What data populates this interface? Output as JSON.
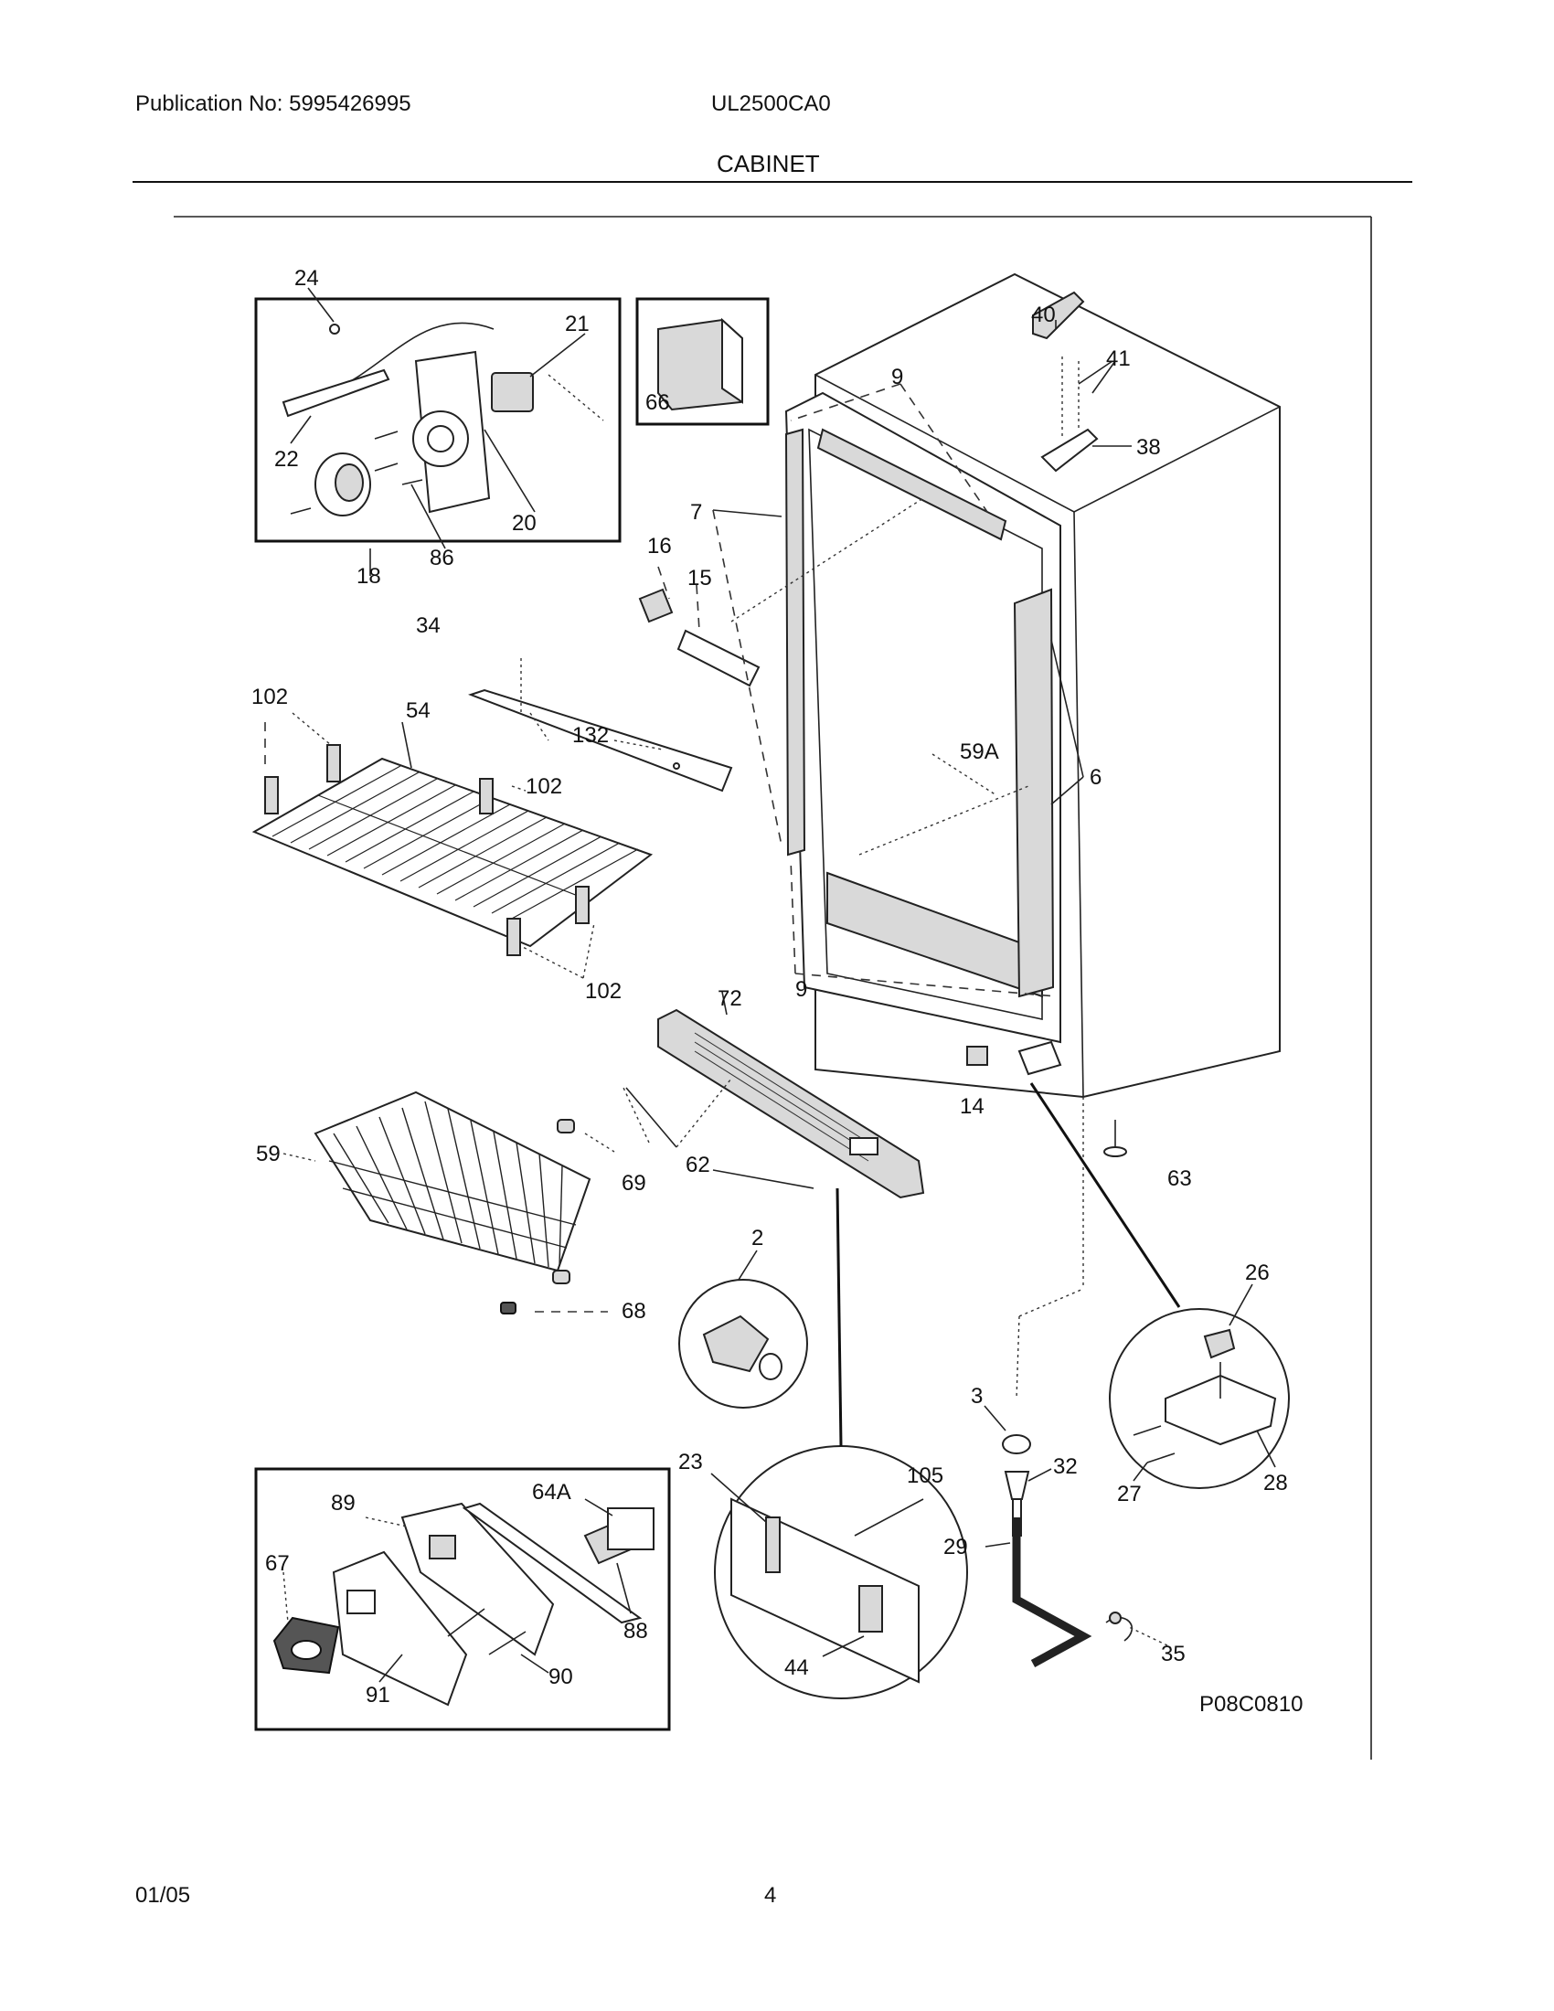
{
  "header": {
    "publication": "Publication No: 5995426995",
    "model": "UL2500CA0",
    "section": "CABINET"
  },
  "figure_code": "P08C0810",
  "labels": {
    "l24": "24",
    "l21": "21",
    "l22": "22",
    "l20": "20",
    "l18": "18",
    "l86": "86",
    "l66": "66",
    "l40": "40",
    "l41": "41",
    "l38": "38",
    "l9": "9",
    "l7": "7",
    "l16": "16",
    "l15": "15",
    "l34": "34",
    "l102a": "102",
    "l54": "54",
    "l102b": "102",
    "l102c": "102",
    "l132": "132",
    "l59a": "59A",
    "l6": "6",
    "l72": "72",
    "l9b": "9",
    "l14": "14",
    "l63": "63",
    "l59": "59",
    "l69": "69",
    "l62": "62",
    "l2": "2",
    "l68": "68",
    "l26": "26",
    "l3": "3",
    "l32": "32",
    "l27": "27",
    "l28": "28",
    "l23": "23",
    "l105": "105",
    "l29": "29",
    "l44": "44",
    "l35": "35",
    "l89": "89",
    "l64a": "64A",
    "l67": "67",
    "l88": "88",
    "l90": "90",
    "l91": "91"
  },
  "footer": {
    "date": "01/05",
    "page": "4"
  }
}
